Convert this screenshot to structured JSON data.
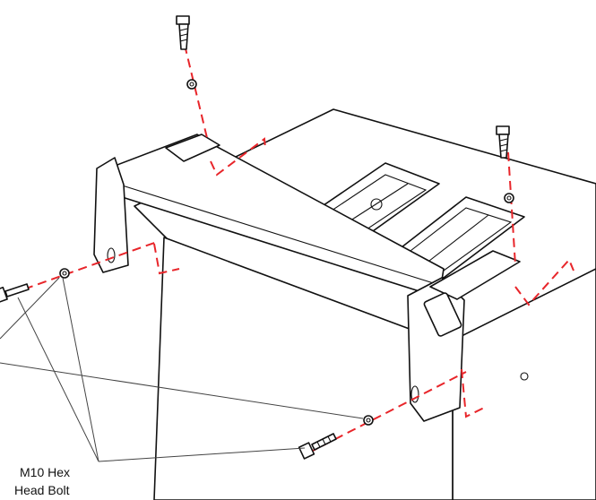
{
  "callout": {
    "line1": "M10 Hex",
    "line2": "Head Bolt"
  },
  "colors": {
    "outline": "#111111",
    "assembly_path": "#e8252a",
    "background": "#ffffff"
  },
  "parts": {
    "bolts": [
      "bolt-top-left",
      "bolt-top-right",
      "bolt-left-side",
      "bolt-bottom-front"
    ],
    "washers": [
      "washer-top-left",
      "washer-top-right",
      "washer-left-side",
      "washer-bottom-front"
    ]
  }
}
